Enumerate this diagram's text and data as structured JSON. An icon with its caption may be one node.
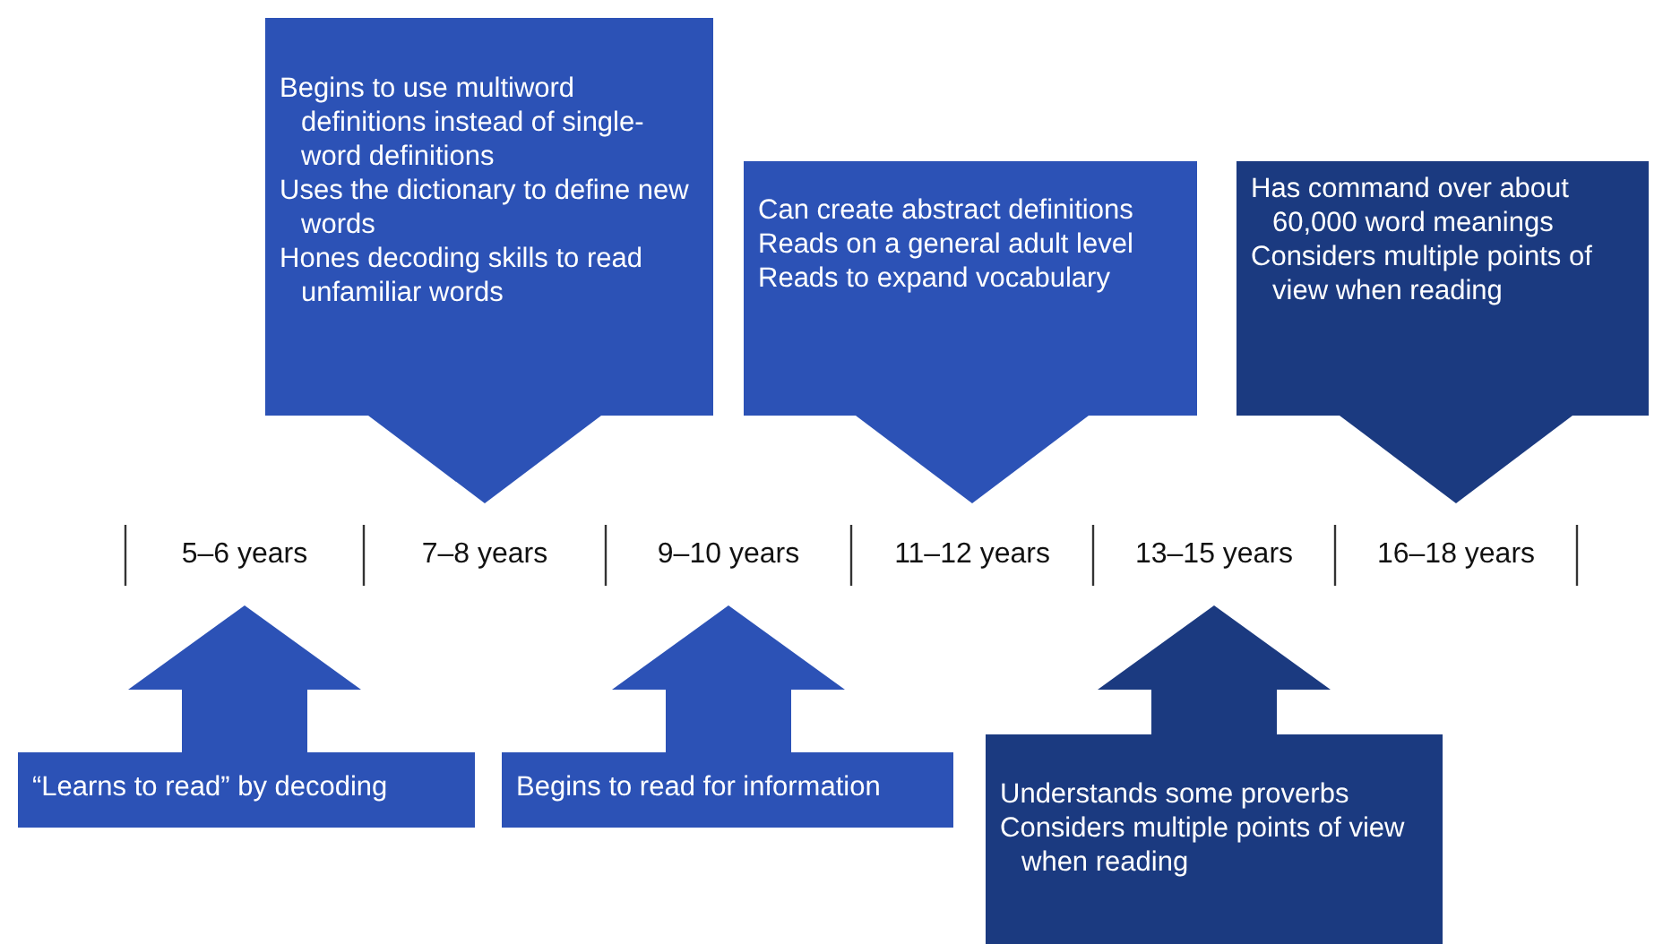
{
  "diagram": {
    "nodes": [
      {
        "text": [
          "Begins to use multiword definitions instead of single-word definitions",
          "Uses the dictionary to define new words",
          "Hones decoding skills to read unfamiliar words"
        ]
      },
      {
        "text": [
          "Can create abstract definitions",
          "Reads on a general adult level",
          "Reads to expand vocabulary"
        ]
      },
      {
        "text": [
          "Has command over about 60,000 word meanings",
          "Considers multiple points of view when reading"
        ]
      },
      {
        "text": [
          "5–6 years"
        ]
      },
      {
        "text": [
          "7–8 years"
        ]
      },
      {
        "text": [
          "9–10 years"
        ]
      },
      {
        "text": [
          "11–12 years"
        ]
      },
      {
        "text": [
          "13–15 years"
        ]
      },
      {
        "text": [
          "16–18 years"
        ]
      },
      {
        "text": [
          "“Learns to read” by decoding"
        ]
      },
      {
        "text": [
          "Begins to read for information"
        ]
      },
      {
        "text": [
          "Understands some proverbs",
          "Considers multiple points of view when reading"
        ]
      }
    ],
    "edges": [
      {
        "from": 0,
        "to": 4,
        "arrow": "to"
      },
      {
        "from": 1,
        "to": 6,
        "arrow": "to"
      },
      {
        "from": 2,
        "to": 8,
        "arrow": "to",
        "color": "#1b3a80"
      },
      {
        "from": 9,
        "to": 3,
        "arrow": "to"
      },
      {
        "from": 10,
        "to": 5,
        "arrow": "to"
      },
      {
        "from": 11,
        "to": 7,
        "arrow": "to",
        "color": "#1b3a80"
      }
    ]
  }
}
